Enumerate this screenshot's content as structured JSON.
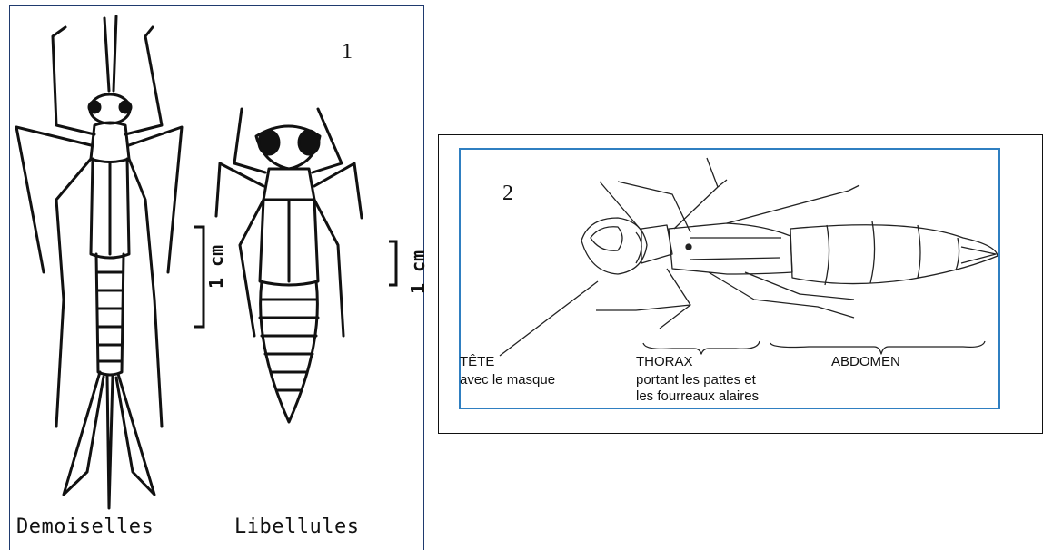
{
  "figure1": {
    "number": "1",
    "captions": [
      "Demoiselles",
      "Libellules"
    ],
    "scale_labels": [
      "1 cm",
      "1 cm"
    ]
  },
  "figure2": {
    "number": "2",
    "labels": {
      "head_title": "TÊTE",
      "head_sub": "avec le masque",
      "thorax_title": "THORAX",
      "thorax_sub1": "portant  les pattes et",
      "thorax_sub2": "les fourreaux alaires",
      "abdomen_title": "ABDOMEN"
    }
  }
}
